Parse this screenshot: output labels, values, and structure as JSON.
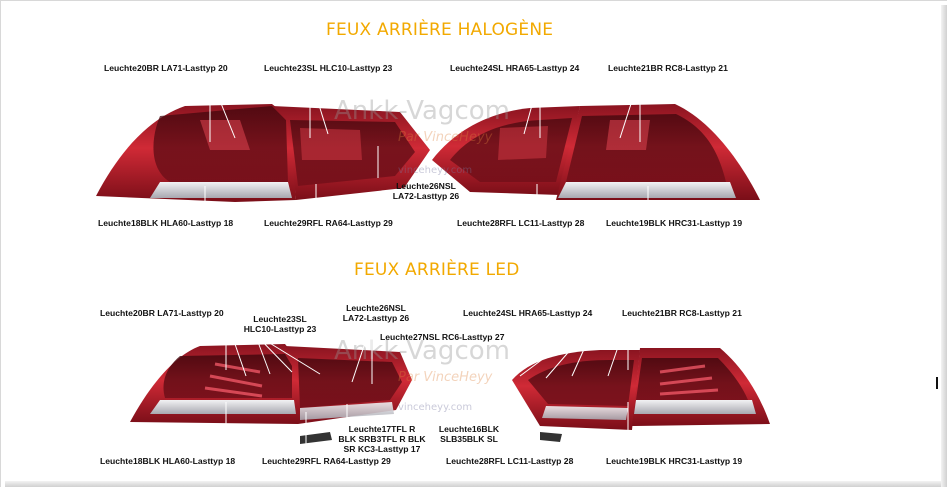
{
  "sections": {
    "halogen": {
      "title": "FEUX ARRIÈRE HALOGÈNE",
      "labels": {
        "l20": "Leuchte20BR LA71-Lasttyp 20",
        "l23": "Leuchte23SL HLC10-Lasttyp 23",
        "l24": "Leuchte24SL HRA65-Lasttyp 24",
        "l21": "Leuchte21BR RC8-Lasttyp 21",
        "l26a": "Leuchte26NSL",
        "l26b": "LA72-Lasttyp 26",
        "l18": "Leuchte18BLK HLA60-Lasttyp 18",
        "l29": "Leuchte29RFL RA64-Lasttyp 29",
        "l28": "Leuchte28RFL LC11-Lasttyp 28",
        "l19": "Leuchte19BLK HRC31-Lasttyp 19"
      }
    },
    "led": {
      "title": "FEUX ARRIÈRE LED",
      "labels": {
        "l20": "Leuchte20BR LA71-Lasttyp 20",
        "l23a": "Leuchte23SL",
        "l23b": "HLC10-Lasttyp 23",
        "l26a": "Leuchte26NSL",
        "l26b": "LA72-Lasttyp 26",
        "l27": "Leuchte27NSL RC6-Lasttyp 27",
        "l24": "Leuchte24SL HRA65-Lasttyp 24",
        "l21": "Leuchte21BR RC8-Lasttyp 21",
        "l17a": "Leuchte17TFL R",
        "l17b": "BLK SRB3TFL R BLK",
        "l17c": "SR KC3-Lasttyp 17",
        "l16a": "Leuchte16BLK",
        "l16b": "SLB35BLK SL",
        "l18": "Leuchte18BLK HLA60-Lasttyp 18",
        "l29": "Leuchte29RFL RA64-Lasttyp 29",
        "l28": "Leuchte28RFL LC11-Lasttyp 28",
        "l19": "Leuchte19BLK HRC31-Lasttyp 19"
      }
    }
  },
  "watermark": {
    "brand": "Ankk-Vagcom",
    "by": "Par VinceHeyy",
    "site": "vinceheyy.com"
  },
  "colors": {
    "title": "#f2a900",
    "lamp_dark": "#5a0a12",
    "lamp_red": "#c0202a",
    "lamp_light": "#e06070",
    "clear": "#d8d8dc"
  }
}
